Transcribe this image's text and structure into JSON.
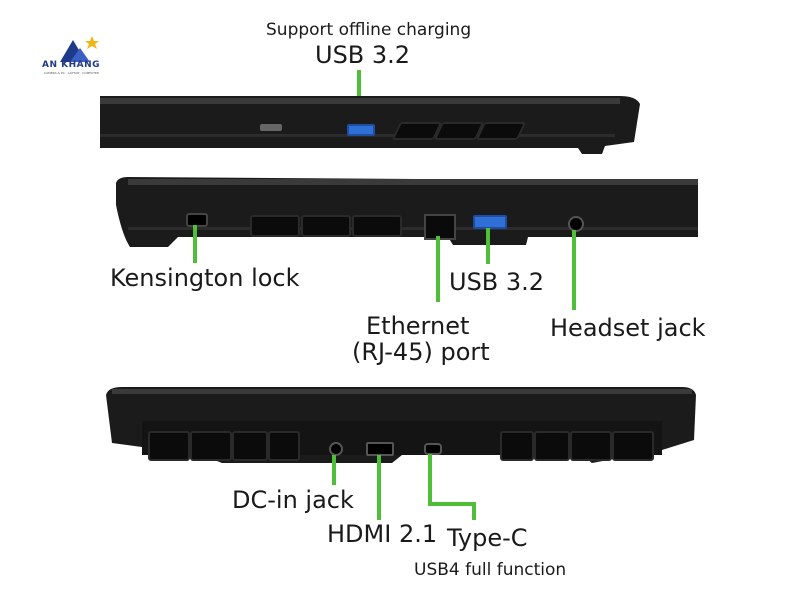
{
  "logo": {
    "name": "AN KHANG",
    "tagline": "CAMERA & PC · LAPTOP · COMPUTER"
  },
  "labels": {
    "top_note": "Support offline charging",
    "top_usb": "USB 3.2",
    "kensington": "Kensington lock",
    "side_usb": "USB 3.2",
    "ethernet_line1": "Ethernet",
    "ethernet_line2": "(RJ-45) port",
    "headset": "Headset jack",
    "dc_in": "DC-in jack",
    "hdmi": "HDMI 2.1",
    "typec": "Type-C",
    "usb4_note": "USB4 full function"
  },
  "colors": {
    "callout_line": "#4fbf3a",
    "usb_port": "#2f6fd6",
    "laptop_body": "#1b1b1b"
  }
}
